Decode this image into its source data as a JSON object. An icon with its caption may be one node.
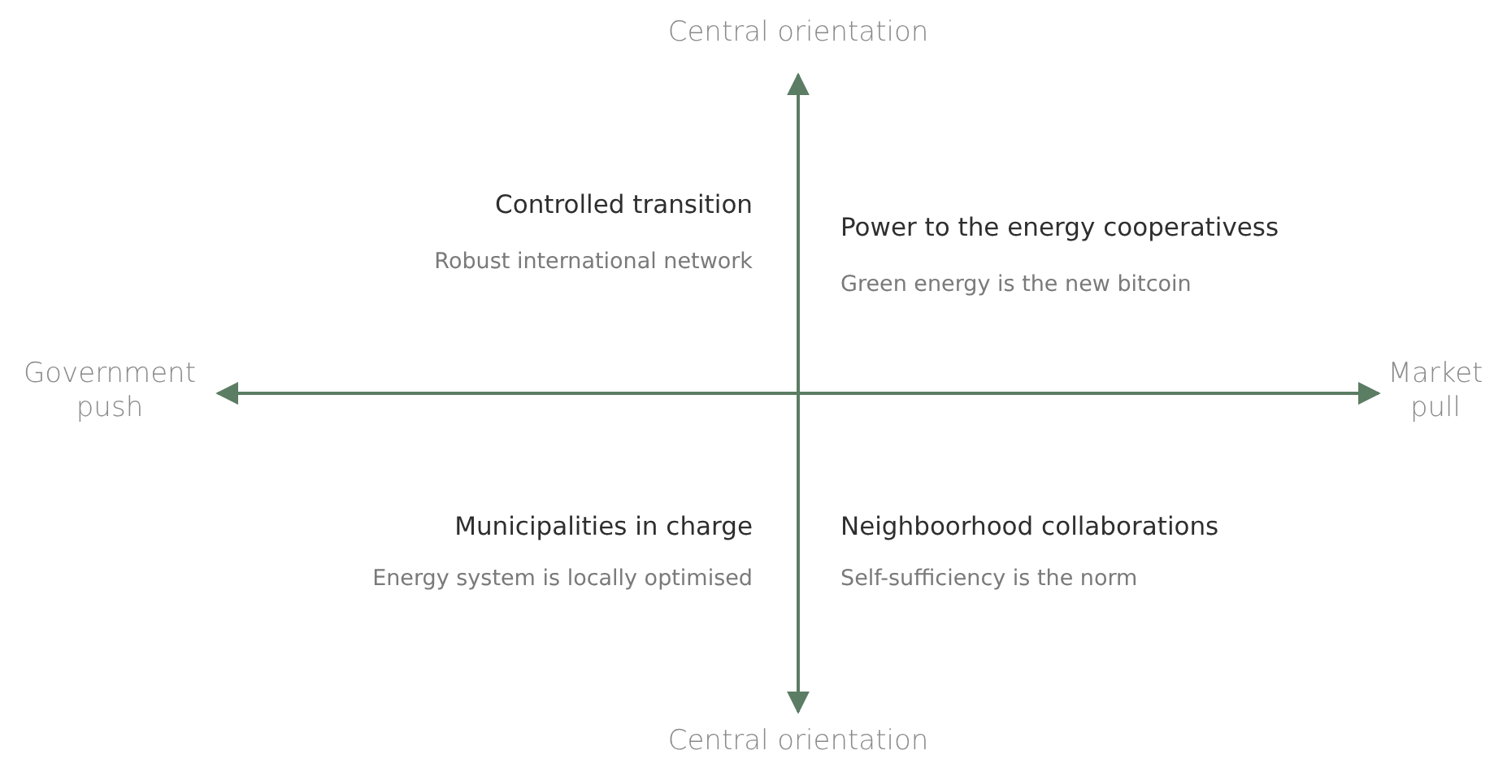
{
  "diagram": {
    "labels": [
      "Central orientation",
      "Controlled transition",
      "Power to the energy cooperativess",
      "Robust international network",
      "Green energy is the new bitcoin",
      "Government push",
      "Market pull",
      "Municipalities in charge",
      "Neighboorhood collaborations",
      "Energy system is locally optimised",
      "Self-sufficiency is the norm",
      "Central orientation"
    ]
  }
}
